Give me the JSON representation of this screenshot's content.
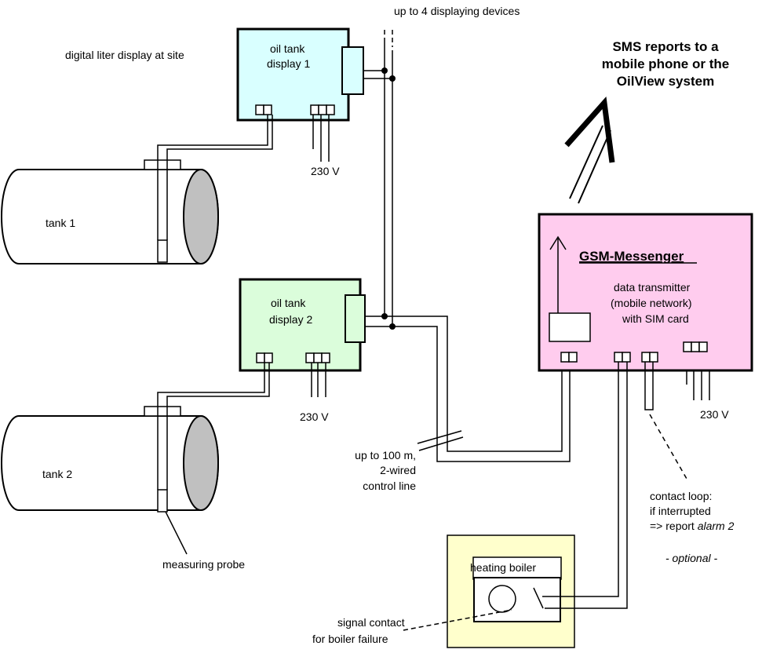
{
  "labels": {
    "devices_note": "up to 4 displaying devices",
    "digital_display": "digital liter  display at site",
    "display1_line1": "oil tank",
    "display1_line2": "display 1",
    "display2_line1": "oil tank",
    "display2_line2": "display 2",
    "voltage1": "230 V",
    "voltage2": "230 V",
    "voltage3": "230 V",
    "tank1": "tank 1",
    "tank2": "tank 2",
    "sms_line1": "SMS reports to a",
    "sms_line2": "mobile phone or the",
    "sms_line3": "OilView system",
    "gsm_title": "GSM-Messenger",
    "gsm_line1": "data transmitter",
    "gsm_line2": "(mobile network)",
    "gsm_line3": "with SIM card",
    "control_line1": "up to 100 m,",
    "control_line2": "2-wired",
    "control_line3": "control line",
    "contact_line1": "contact loop:",
    "contact_line2": "if interrupted",
    "contact_line3_prefix": "=> report ",
    "contact_line3_alarm": "alarm 2",
    "optional": "- optional -",
    "boiler": "heating boiler",
    "signal_line1": "signal contact",
    "signal_line2": "for boiler failure",
    "probe": "measuring probe"
  },
  "colors": {
    "display1_fill": "#d9ffff",
    "display2_fill": "#dbfddb",
    "gsm_fill": "#ffccee",
    "boiler_fill": "#ffffcc",
    "tank_end_fill": "#c0c0c0"
  }
}
